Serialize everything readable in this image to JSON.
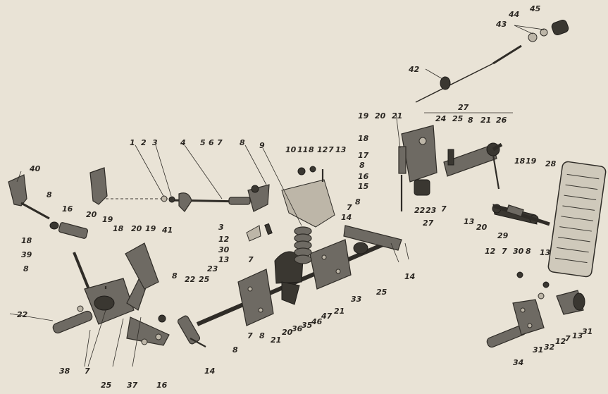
{
  "callouts": [
    {
      "id": "c40a",
      "text": "40"
    },
    {
      "id": "c8a",
      "text": "8"
    },
    {
      "id": "c16a",
      "text": "16"
    },
    {
      "id": "c20a",
      "text": "20"
    },
    {
      "id": "c19a",
      "text": "19"
    },
    {
      "id": "c18a",
      "text": "18"
    },
    {
      "id": "c39",
      "text": "39"
    },
    {
      "id": "c8b",
      "text": "8"
    },
    {
      "id": "c22a",
      "text": "22"
    },
    {
      "id": "c38",
      "text": "38"
    },
    {
      "id": "c7a",
      "text": "7"
    },
    {
      "id": "c25a",
      "text": "25"
    },
    {
      "id": "c37",
      "text": "37"
    },
    {
      "id": "c18b",
      "text": "18"
    },
    {
      "id": "c20b",
      "text": "20"
    },
    {
      "id": "c19b",
      "text": "19"
    },
    {
      "id": "c41",
      "text": "41"
    },
    {
      "id": "c8c",
      "text": "8"
    },
    {
      "id": "c22b",
      "text": "22"
    },
    {
      "id": "c25b",
      "text": "25"
    },
    {
      "id": "c16b",
      "text": "16"
    },
    {
      "id": "c14a",
      "text": "14"
    },
    {
      "id": "c1",
      "text": "1"
    },
    {
      "id": "c2",
      "text": "2"
    },
    {
      "id": "c3a",
      "text": "3"
    },
    {
      "id": "c4",
      "text": "4"
    },
    {
      "id": "c5",
      "text": "5"
    },
    {
      "id": "c6",
      "text": "6"
    },
    {
      "id": "c7b",
      "text": "7"
    },
    {
      "id": "c8d",
      "text": "8"
    },
    {
      "id": "c3b",
      "text": "3"
    },
    {
      "id": "c12a",
      "text": "12"
    },
    {
      "id": "c30a",
      "text": "30"
    },
    {
      "id": "c9",
      "text": "9"
    },
    {
      "id": "c10",
      "text": "10"
    },
    {
      "id": "c11",
      "text": "11"
    },
    {
      "id": "c8e",
      "text": "8"
    },
    {
      "id": "c12b",
      "text": "12"
    },
    {
      "id": "c7c",
      "text": "7"
    },
    {
      "id": "c13a",
      "text": "13"
    },
    {
      "id": "c13b",
      "text": "13"
    },
    {
      "id": "c7d",
      "text": "7"
    },
    {
      "id": "c23a",
      "text": "23"
    },
    {
      "id": "c8f",
      "text": "8"
    },
    {
      "id": "c7e",
      "text": "7"
    },
    {
      "id": "c8g",
      "text": "8"
    },
    {
      "id": "c21a",
      "text": "21"
    },
    {
      "id": "c20c",
      "text": "20"
    },
    {
      "id": "c36",
      "text": "36"
    },
    {
      "id": "c35",
      "text": "35"
    },
    {
      "id": "c46",
      "text": "46"
    },
    {
      "id": "c47",
      "text": "47"
    },
    {
      "id": "c21b",
      "text": "21"
    },
    {
      "id": "c33",
      "text": "33"
    },
    {
      "id": "c25c",
      "text": "25"
    },
    {
      "id": "c14b",
      "text": "14"
    },
    {
      "id": "c14c",
      "text": "14"
    },
    {
      "id": "c7f",
      "text": "7"
    },
    {
      "id": "c8h",
      "text": "8"
    },
    {
      "id": "c15",
      "text": "15"
    },
    {
      "id": "c16c",
      "text": "16"
    },
    {
      "id": "c8i",
      "text": "8"
    },
    {
      "id": "c17",
      "text": "17"
    },
    {
      "id": "c18c",
      "text": "18"
    },
    {
      "id": "c19c",
      "text": "19"
    },
    {
      "id": "c20d",
      "text": "20"
    },
    {
      "id": "c21c",
      "text": "21"
    },
    {
      "id": "c27a",
      "text": "27"
    },
    {
      "id": "c24",
      "text": "24"
    },
    {
      "id": "c25d",
      "text": "25"
    },
    {
      "id": "c8j",
      "text": "8"
    },
    {
      "id": "c21d",
      "text": "21"
    },
    {
      "id": "c26",
      "text": "26"
    },
    {
      "id": "c22c",
      "text": "22"
    },
    {
      "id": "c23b",
      "text": "23"
    },
    {
      "id": "c27b",
      "text": "27"
    },
    {
      "id": "c7g",
      "text": "7"
    },
    {
      "id": "c13c",
      "text": "13"
    },
    {
      "id": "c20e",
      "text": "20"
    },
    {
      "id": "c18d",
      "text": "18"
    },
    {
      "id": "c19d",
      "text": "19"
    },
    {
      "id": "c28",
      "text": "28"
    },
    {
      "id": "c29",
      "text": "29"
    },
    {
      "id": "c42",
      "text": "42"
    },
    {
      "id": "c43",
      "text": "43"
    },
    {
      "id": "c44",
      "text": "44"
    },
    {
      "id": "c45",
      "text": "45"
    },
    {
      "id": "c12c",
      "text": "12"
    },
    {
      "id": "c7h",
      "text": "7"
    },
    {
      "id": "c30b",
      "text": "30"
    },
    {
      "id": "c8k",
      "text": "8"
    },
    {
      "id": "c13d",
      "text": "13"
    },
    {
      "id": "c31a",
      "text": "31"
    },
    {
      "id": "c31b",
      "text": "31"
    },
    {
      "id": "c32",
      "text": "32"
    },
    {
      "id": "c12d",
      "text": "12"
    },
    {
      "id": "c7i",
      "text": "7"
    },
    {
      "id": "c13e",
      "text": "13"
    },
    {
      "id": "c34",
      "text": "34"
    }
  ]
}
